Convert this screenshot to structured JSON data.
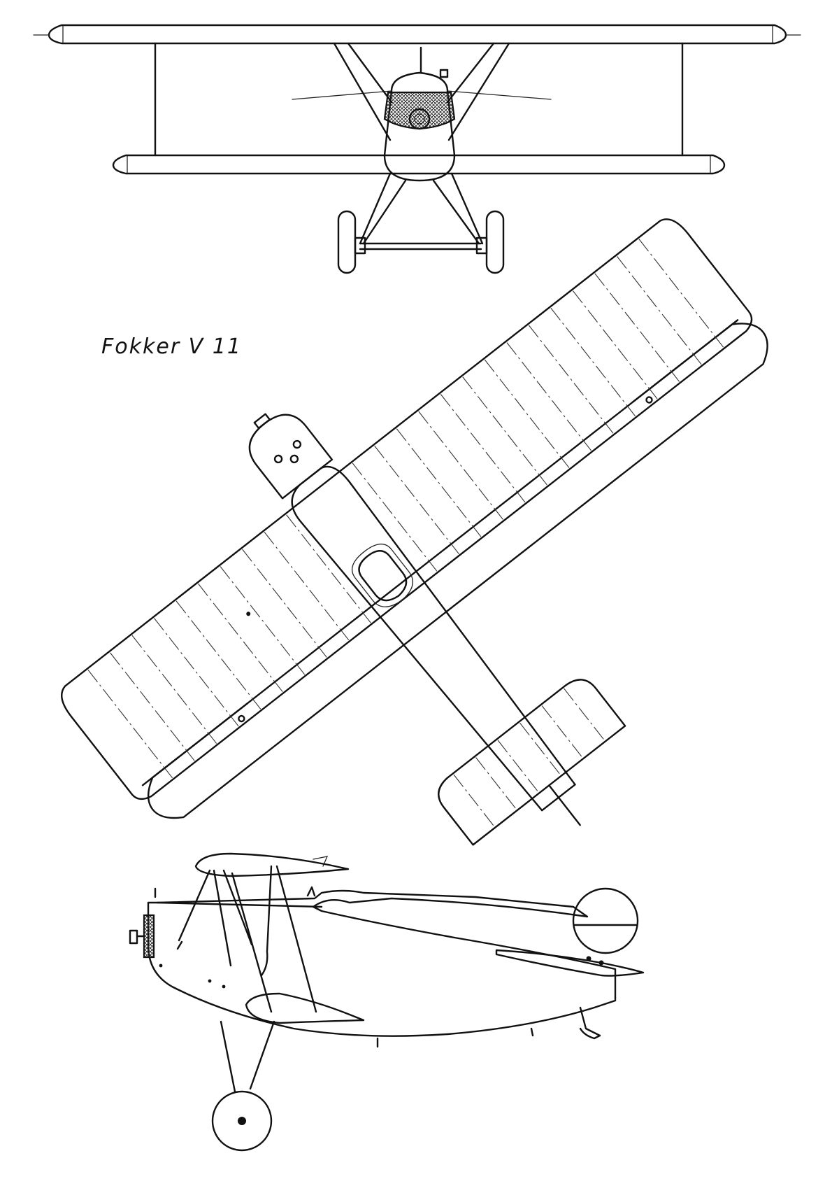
{
  "drawing": {
    "title": "Fokker V 11",
    "views": [
      "front-view",
      "top-view",
      "side-view"
    ]
  },
  "colors": {
    "ink": "#111111",
    "paper": "#ffffff"
  }
}
